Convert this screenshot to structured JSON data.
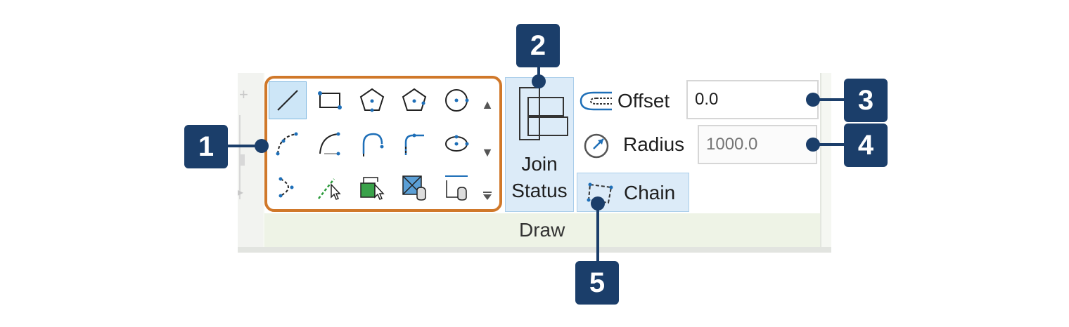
{
  "ribbon": {
    "panel_title": "Draw",
    "join_status_label_line1": "Join",
    "join_status_label_line2": "Status",
    "offset": {
      "label": "Offset",
      "value": "0.0"
    },
    "radius": {
      "label": "Radius",
      "placeholder": "1000.0"
    },
    "chain": {
      "label": "Chain"
    }
  },
  "gallery": {
    "rows": [
      [
        "line-icon",
        "rectangle-icon",
        "inscribed-polygon-icon",
        "circumscribed-polygon-icon",
        "circle-icon"
      ],
      [
        "start-end-radius-arc-icon",
        "center-ends-arc-icon",
        "tangent-end-arc-icon",
        "fillet-arc-icon",
        "ellipse-icon"
      ],
      [
        "partial-ellipse-icon",
        "pick-lines-icon",
        "pick-walls-icon",
        "pick-faces-icon",
        "pick-roof-icon"
      ]
    ],
    "selected": "line-icon",
    "scroll": [
      "scroll-up-icon",
      "scroll-down-icon",
      "expand-gallery-icon"
    ]
  },
  "callouts": [
    "1",
    "2",
    "3",
    "4",
    "5"
  ],
  "colors": {
    "callout": "#1b3e6a",
    "gallery_highlight": "#d0782a",
    "button_selected": "#dcebf8",
    "icon_blue": "#1e6fb8"
  }
}
